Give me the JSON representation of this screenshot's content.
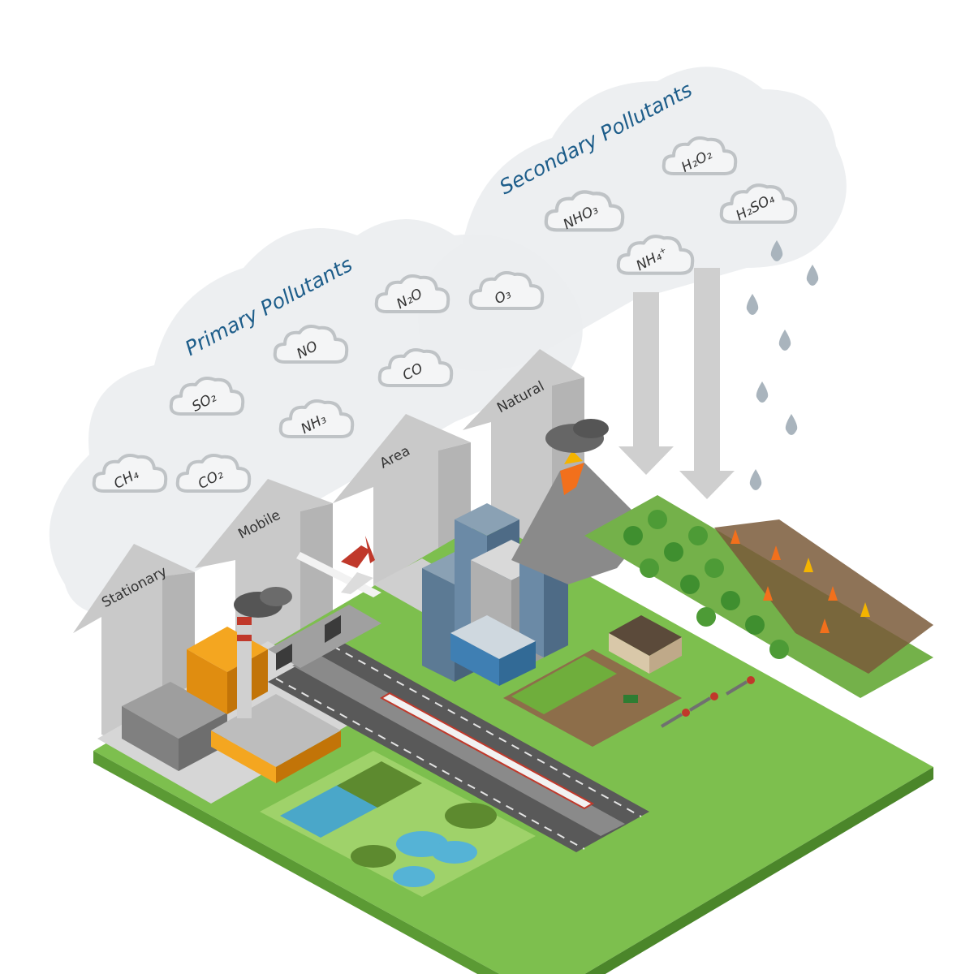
{
  "headings": {
    "primary": "Primary Pollutants",
    "secondary": "Secondary Pollutants"
  },
  "sources": {
    "stationary": "Stationary",
    "mobile": "Mobile",
    "area": "Area",
    "natural": "Natural"
  },
  "primary_pollutants": {
    "ch4": "CH₄",
    "co2": "CO₂",
    "so2": "SO₂",
    "nh3": "NH₃",
    "no": "NO",
    "co": "CO",
    "n2o": "N₂O"
  },
  "secondary_pollutants": {
    "o3": "O₃",
    "nho3": "NHO₃",
    "nh4": "NH₄⁺",
    "h2o2": "H₂O₂",
    "h2so4": "H₂SO₄"
  },
  "colors": {
    "title": "#1d5d8a",
    "label": "#333333",
    "cloud": "#eef0f2",
    "cloud_outline": "#bfc3c6",
    "arrow": "#c9c9c9",
    "arrow_dark": "#a9a9a9",
    "ground": "#7dbf4e",
    "rain": "#a9b4bd"
  }
}
